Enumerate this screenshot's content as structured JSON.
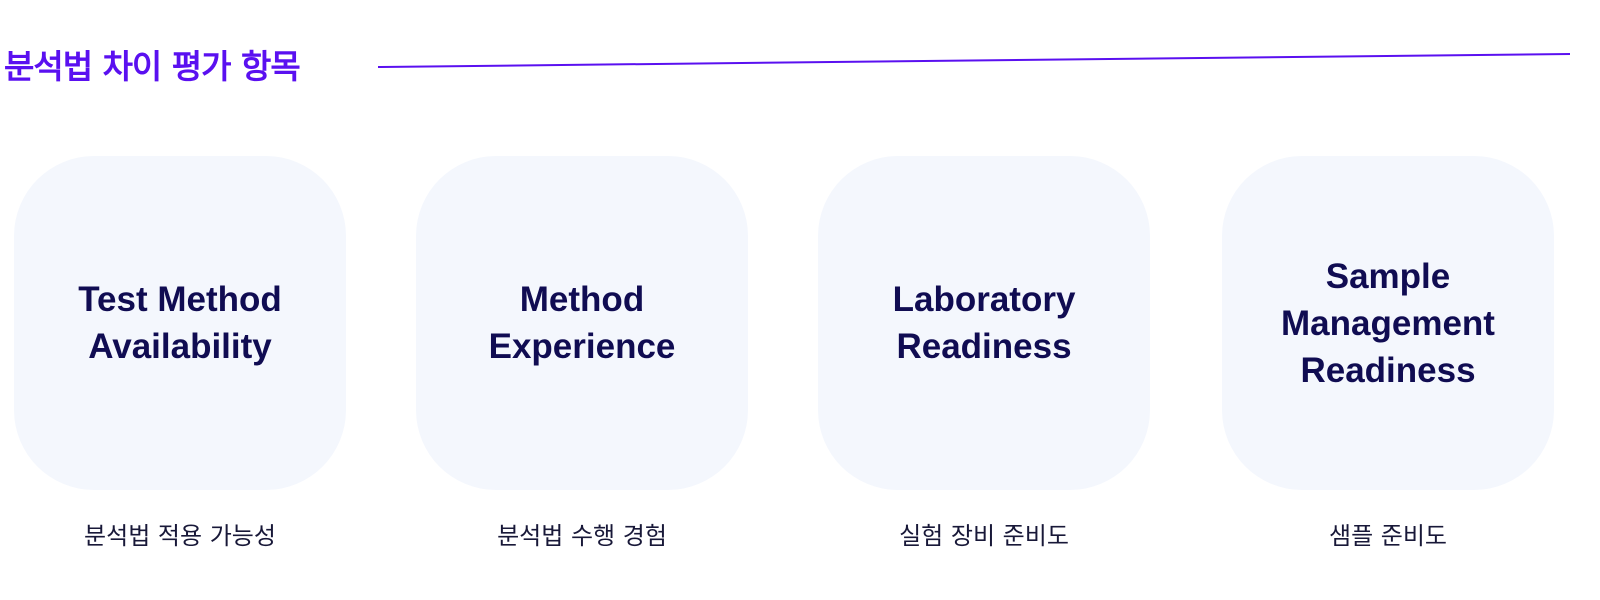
{
  "heading": "분석법 차이 평가 항목",
  "accent_color": "#5a10f0",
  "cards": [
    {
      "title": "Test Method Availability",
      "subtitle": "분석법 적용 가능성"
    },
    {
      "title": "Method Experience",
      "subtitle": "분석법 수행 경험"
    },
    {
      "title": "Laboratory Readiness",
      "subtitle": "실험 장비 준비도"
    },
    {
      "title": "Sample Management Readiness",
      "subtitle": "샘플 준비도"
    }
  ]
}
